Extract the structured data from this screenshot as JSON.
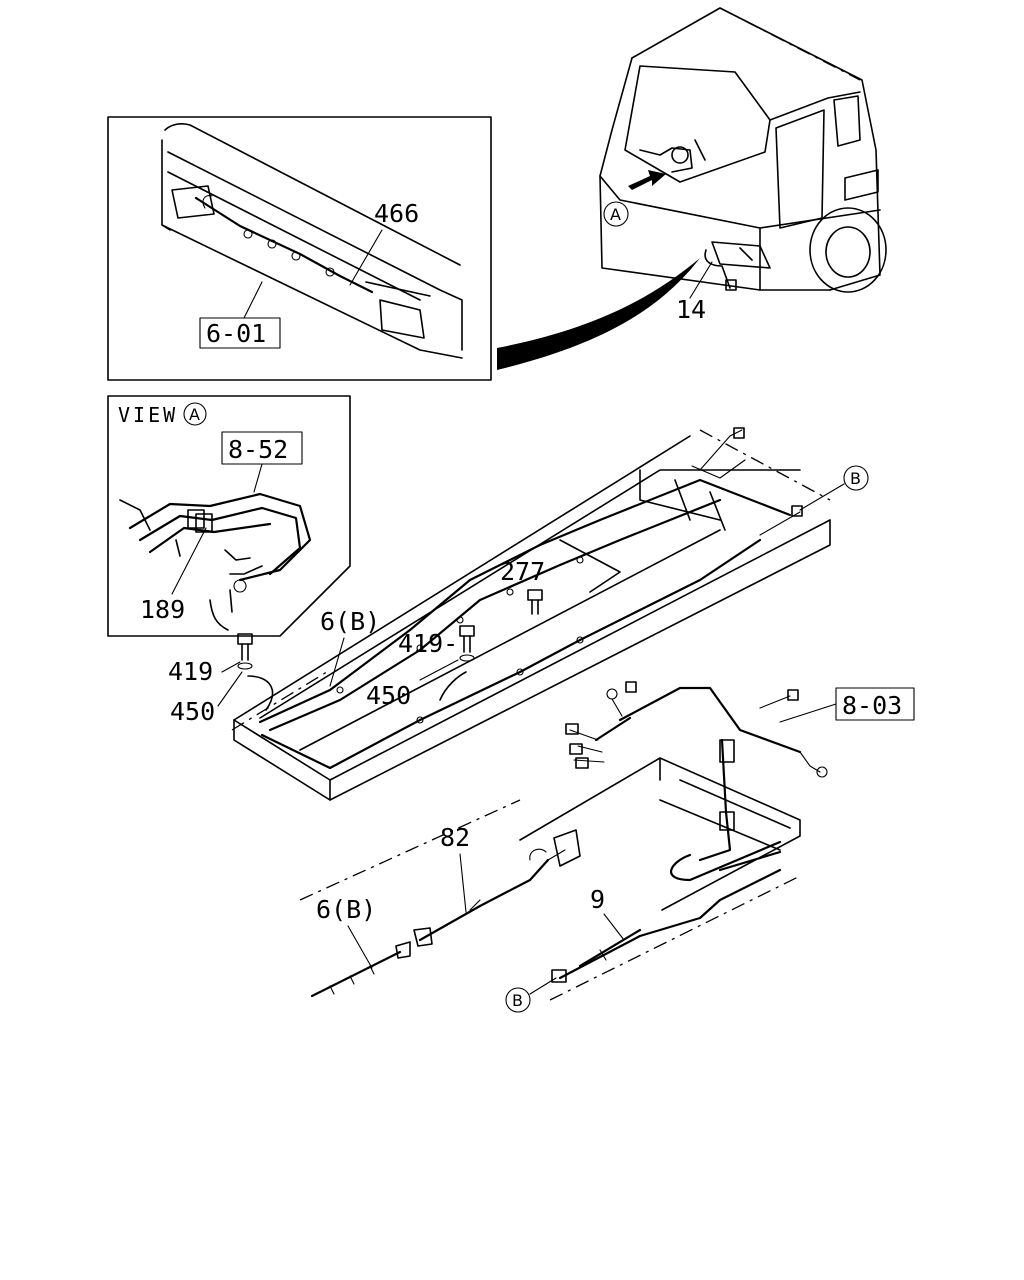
{
  "callouts": {
    "c466": "466",
    "c601": "6-01",
    "c14": "14",
    "cA_top": "A",
    "view_word": "VIEW",
    "view_letter": "A",
    "c852": "8-52",
    "c189": "189",
    "c419_left": "419",
    "c450_left": "450",
    "c6B_top": "6(B)",
    "c419_mid": "419-",
    "c450_mid": "450",
    "c277": "277",
    "cB_top": "B",
    "c803": "8-03",
    "c82": "82",
    "c6B_bottom": "6(B)",
    "c9": "9",
    "cB_bottom": "B"
  }
}
